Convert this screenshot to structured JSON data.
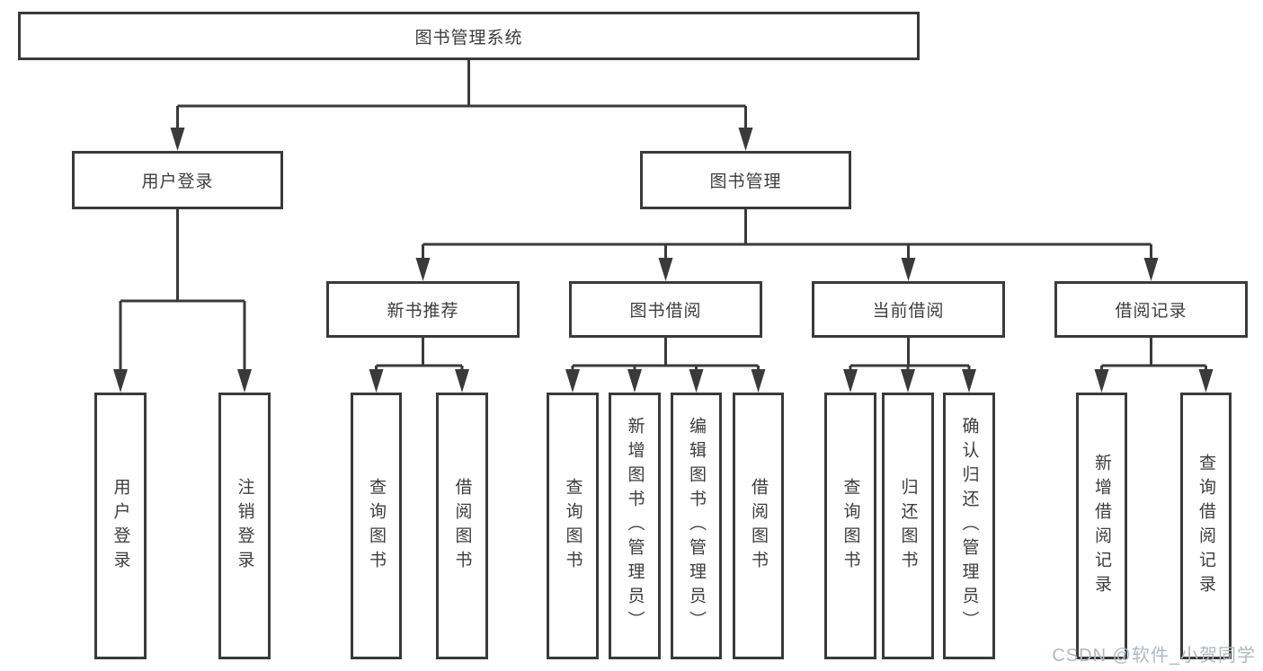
{
  "colors": {
    "line": "#3a3a3a",
    "box_border": "#3a3a3a",
    "text": "#3d3d3d",
    "watermark_text": "#b2b8bf",
    "background": "#ffffff"
  },
  "tree": {
    "root": {
      "label": "图书管理系统"
    },
    "branches": [
      {
        "label": "用户登录",
        "children": [
          {
            "label": "用户登录"
          },
          {
            "label": "注销登录"
          }
        ]
      },
      {
        "label": "图书管理",
        "children": [
          {
            "label": "新书推荐",
            "children": [
              {
                "label": "查询图书"
              },
              {
                "label": "借阅图书"
              }
            ]
          },
          {
            "label": "图书借阅",
            "children": [
              {
                "label": "查询图书"
              },
              {
                "label": "新增图书（管理员）"
              },
              {
                "label": "编辑图书（管理员）"
              },
              {
                "label": "借阅图书"
              }
            ]
          },
          {
            "label": "当前借阅",
            "children": [
              {
                "label": "查询图书"
              },
              {
                "label": "归还图书"
              },
              {
                "label": "确认归还（管理员）"
              }
            ]
          },
          {
            "label": "借阅记录",
            "children": [
              {
                "label": "新增借阅记录"
              },
              {
                "label": "查询借阅记录"
              }
            ]
          }
        ]
      }
    ]
  },
  "watermark": {
    "label": "CSDN @软件_小贺同学"
  }
}
